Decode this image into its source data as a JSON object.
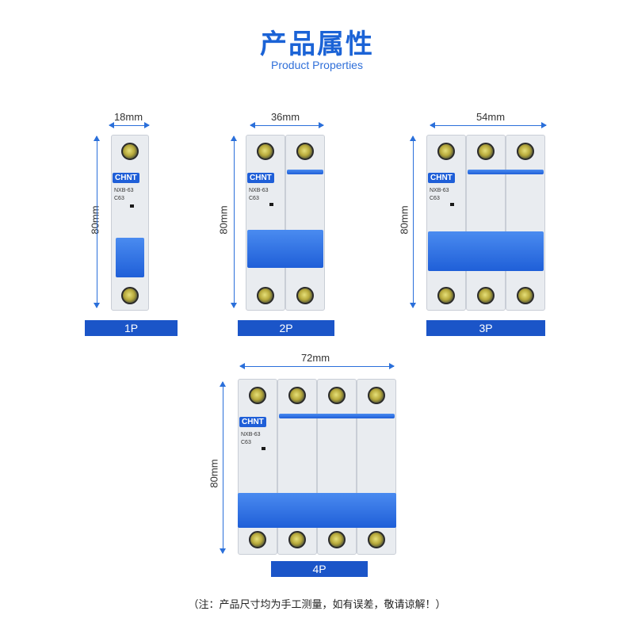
{
  "header": {
    "title": "产品属性",
    "subtitle": "Product Properties"
  },
  "products": [
    {
      "label": "1P",
      "width": "18mm",
      "height": "80mm"
    },
    {
      "label": "2P",
      "width": "36mm",
      "height": "80mm"
    },
    {
      "label": "3P",
      "width": "54mm",
      "height": "80mm"
    },
    {
      "label": "4P",
      "width": "72mm",
      "height": "80mm"
    }
  ],
  "device": {
    "brand": "CHNT",
    "model": "NXB-63",
    "rating": "C63"
  },
  "footer": {
    "note": "（注：产品尺寸均为手工测量，如有误差，敬请谅解！）"
  },
  "colors": {
    "accent": "#1b63d6",
    "label_bar": "#1b55c8",
    "breaker_blue": "#1f5fd8"
  }
}
